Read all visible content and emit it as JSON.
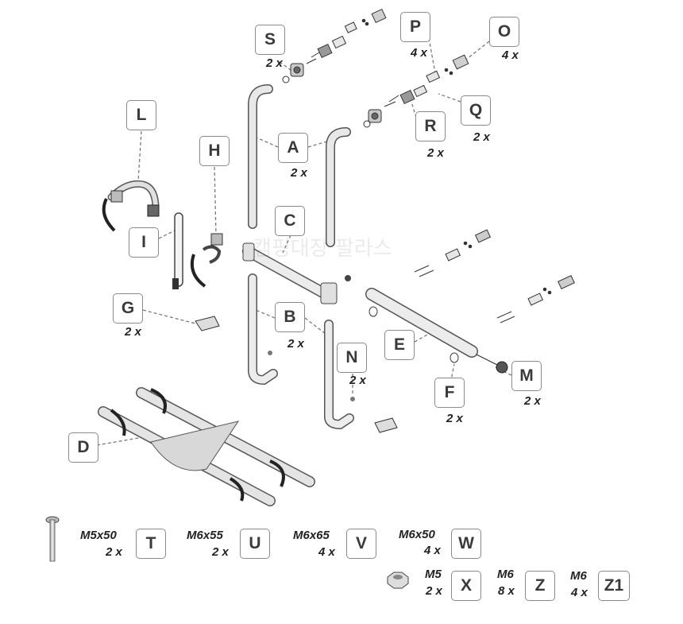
{
  "watermark": "캠핑대장 팔라스",
  "parts": [
    {
      "id": "S",
      "qty": "2 x"
    },
    {
      "id": "P",
      "qty": "4 x"
    },
    {
      "id": "O",
      "qty": "4 x"
    },
    {
      "id": "L",
      "qty": ""
    },
    {
      "id": "A",
      "qty": "2 x"
    },
    {
      "id": "Q",
      "qty": "2 x"
    },
    {
      "id": "R",
      "qty": "2 x"
    },
    {
      "id": "H",
      "qty": ""
    },
    {
      "id": "C",
      "qty": ""
    },
    {
      "id": "I",
      "qty": ""
    },
    {
      "id": "G",
      "qty": "2 x"
    },
    {
      "id": "B",
      "qty": "2 x"
    },
    {
      "id": "E",
      "qty": ""
    },
    {
      "id": "N",
      "qty": "2 x"
    },
    {
      "id": "M",
      "qty": "2 x"
    },
    {
      "id": "F",
      "qty": "2 x"
    },
    {
      "id": "D",
      "qty": ""
    }
  ],
  "hardware": [
    {
      "id": "T",
      "size": "M5x50",
      "qty": "2 x"
    },
    {
      "id": "U",
      "size": "M6x55",
      "qty": "2 x"
    },
    {
      "id": "V",
      "size": "M6x65",
      "qty": "4 x"
    },
    {
      "id": "W",
      "size": "M6x50",
      "qty": "4 x"
    },
    {
      "id": "X",
      "size": "M5",
      "qty": "2 x"
    },
    {
      "id": "Z",
      "size": "M6",
      "qty": "8 x"
    },
    {
      "id": "Z1",
      "size": "M6",
      "qty": "4 x"
    }
  ]
}
